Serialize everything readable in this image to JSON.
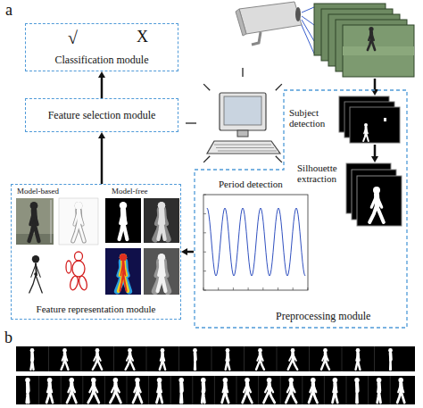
{
  "diagram": {
    "nodes": [
      {
        "text": [
          "√",
          "X",
          "Classification module"
        ]
      },
      {
        "text": [
          "Feature selection module"
        ]
      },
      {
        "text": [
          "Model-based",
          "Model-free",
          "Feature representation module"
        ]
      },
      {
        "text": [
          "Subject detection",
          "Silhouette extraction",
          "Period detection",
          "Preprocessing module"
        ]
      }
    ],
    "edges": [
      {
        "from": 2,
        "to": 1,
        "arrow": "to"
      },
      {
        "from": 1,
        "to": 0,
        "arrow": "to"
      },
      {
        "from": 3,
        "to": 2,
        "arrow": "to"
      }
    ],
    "labels": [
      "a",
      "b"
    ]
  }
}
